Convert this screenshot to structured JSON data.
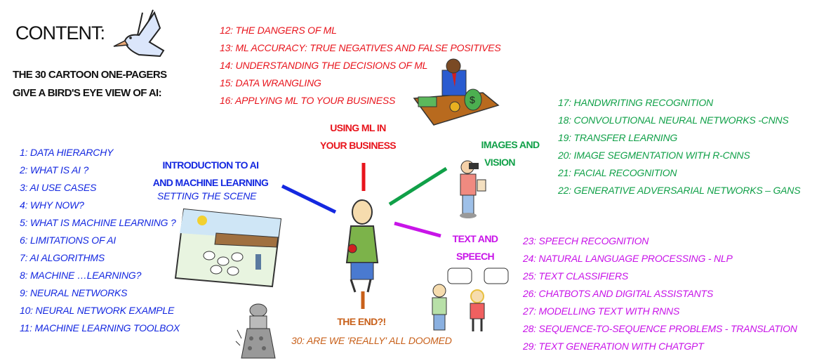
{
  "header": {
    "title": "CONTENT:",
    "subtitle_lines": [
      "THE 30 CARTOON ONE-PAGERS",
      "GIVE A BIRD'S EYE VIEW OF AI:"
    ]
  },
  "sections": {
    "intro": {
      "color": "#1428e0",
      "heading": [
        "INTRODUCTION TO AI",
        "AND MACHINE LEARNING",
        "SETTING THE SCENE"
      ],
      "items": [
        "1: DATA HIERARCHY",
        "2: WHAT IS AI ?",
        "3: AI USE CASES",
        "4: WHY NOW?",
        "5: WHAT IS MACHINE LEARNING ?",
        "6: LIMITATIONS OF AI",
        "7: AI ALGORITHMS",
        "8: MACHINE …LEARNING?",
        "9: NEURAL NETWORKS",
        "10: NEURAL NETWORK EXAMPLE",
        "11: MACHINE LEARNING TOOLBOX"
      ]
    },
    "business": {
      "color": "#e8141c",
      "heading": [
        "USING ML IN",
        "YOUR BUSINESS"
      ],
      "items": [
        "12: THE DANGERS OF ML",
        "13: ML ACCURACY: TRUE NEGATIVES AND FALSE POSITIVES",
        "14: UNDERSTANDING THE DECISIONS OF ML",
        "15: DATA WRANGLING",
        "16: APPLYING ML TO YOUR BUSINESS"
      ]
    },
    "vision": {
      "color": "#10a048",
      "heading": [
        "IMAGES AND",
        "VISION"
      ],
      "items": [
        "17: HANDWRITING RECOGNITION",
        "18: CONVOLUTIONAL NEURAL NETWORKS -CNNS",
        "19: TRANSFER LEARNING",
        "20: IMAGE SEGMENTATION WITH R-CNNS",
        "21: FACIAL RECOGNITION",
        "22: GENERATIVE ADVERSARIAL NETWORKS – GANS"
      ]
    },
    "text": {
      "color": "#c814e8",
      "heading": [
        "TEXT AND",
        "SPEECH"
      ],
      "items": [
        "23: SPEECH RECOGNITION",
        "24: NATURAL LANGUAGE PROCESSING - NLP",
        "25: TEXT CLASSIFIERS",
        "26: CHATBOTS AND DIGITAL ASSISTANTS",
        "27: MODELLING TEXT WITH RNNS",
        "28: SEQUENCE-TO-SEQUENCE PROBLEMS - TRANSLATION",
        "29: TEXT GENERATION WITH CHATGPT"
      ]
    },
    "end": {
      "color": "#c8601a",
      "heading": "THE END?!",
      "items": [
        "30: ARE WE 'REALLY' ALL DOOMED"
      ]
    }
  }
}
